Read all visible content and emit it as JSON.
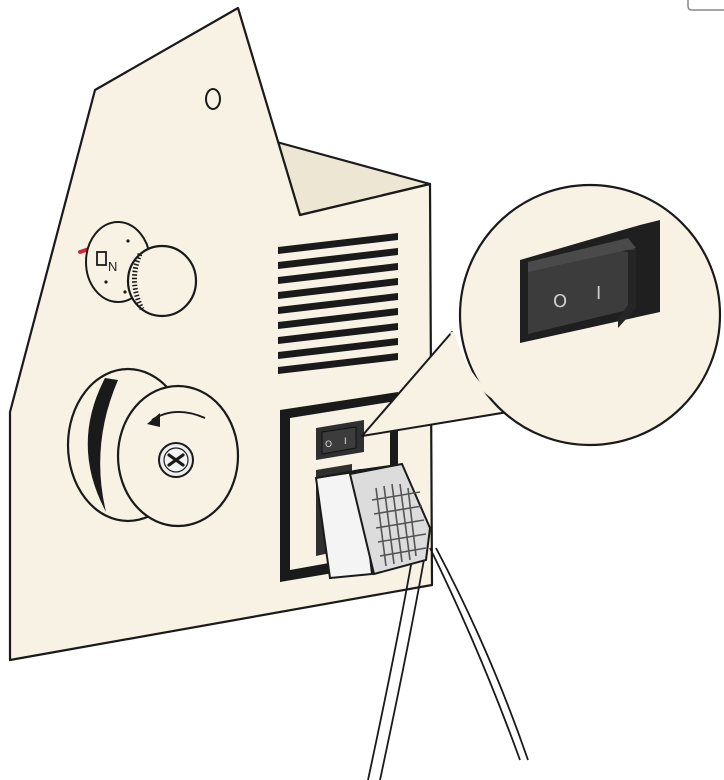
{
  "colors": {
    "housing": "#f7f2e4",
    "housing_side": "#ece6d3",
    "outline": "#1a1a1a",
    "switch_body": "#2f2f2f",
    "switch_rocker": "#3c3c3c",
    "indicator": "#d0263a",
    "connector": "#dcdcdc",
    "background": "#ffffff"
  },
  "knob_small": {
    "icon": "rotary-knob-icon",
    "label": "N"
  },
  "switch": {
    "off_symbol": "O",
    "on_symbol": "I",
    "icon": "rocker-switch-icon"
  },
  "knob_large": {
    "icon": "rotate-arrow-icon"
  },
  "connector": {
    "icon": "power-plug-icon"
  }
}
